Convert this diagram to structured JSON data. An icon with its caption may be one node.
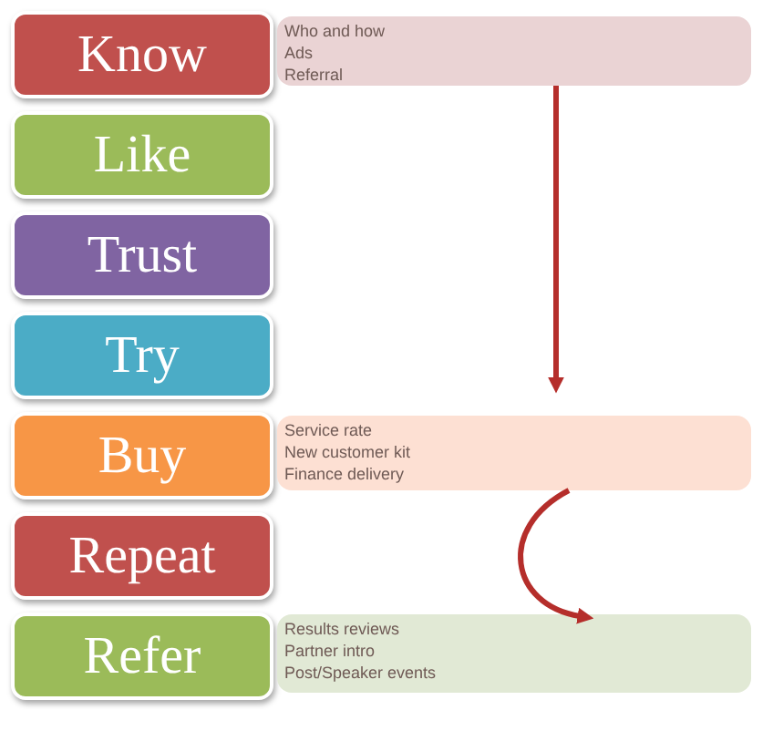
{
  "diagram": {
    "nodes": [
      {
        "text": [
          "Know"
        ]
      },
      {
        "text": [
          "Like"
        ]
      },
      {
        "text": [
          "Trust"
        ]
      },
      {
        "text": [
          "Try"
        ]
      },
      {
        "text": [
          "Buy"
        ]
      },
      {
        "text": [
          "Repeat"
        ]
      },
      {
        "text": [
          "Refer"
        ]
      },
      {
        "text": [
          "Who and how",
          "Ads",
          "Referral"
        ]
      },
      {
        "text": [
          "Service rate",
          "New customer kit",
          "Finance delivery"
        ]
      },
      {
        "text": [
          "Results reviews",
          "Partner intro",
          "Post/Speaker events"
        ]
      }
    ],
    "edges": [
      {
        "from": 7,
        "to": 8,
        "arrow": "to"
      },
      {
        "from": 8,
        "to": 9,
        "arrow": "to"
      }
    ]
  }
}
